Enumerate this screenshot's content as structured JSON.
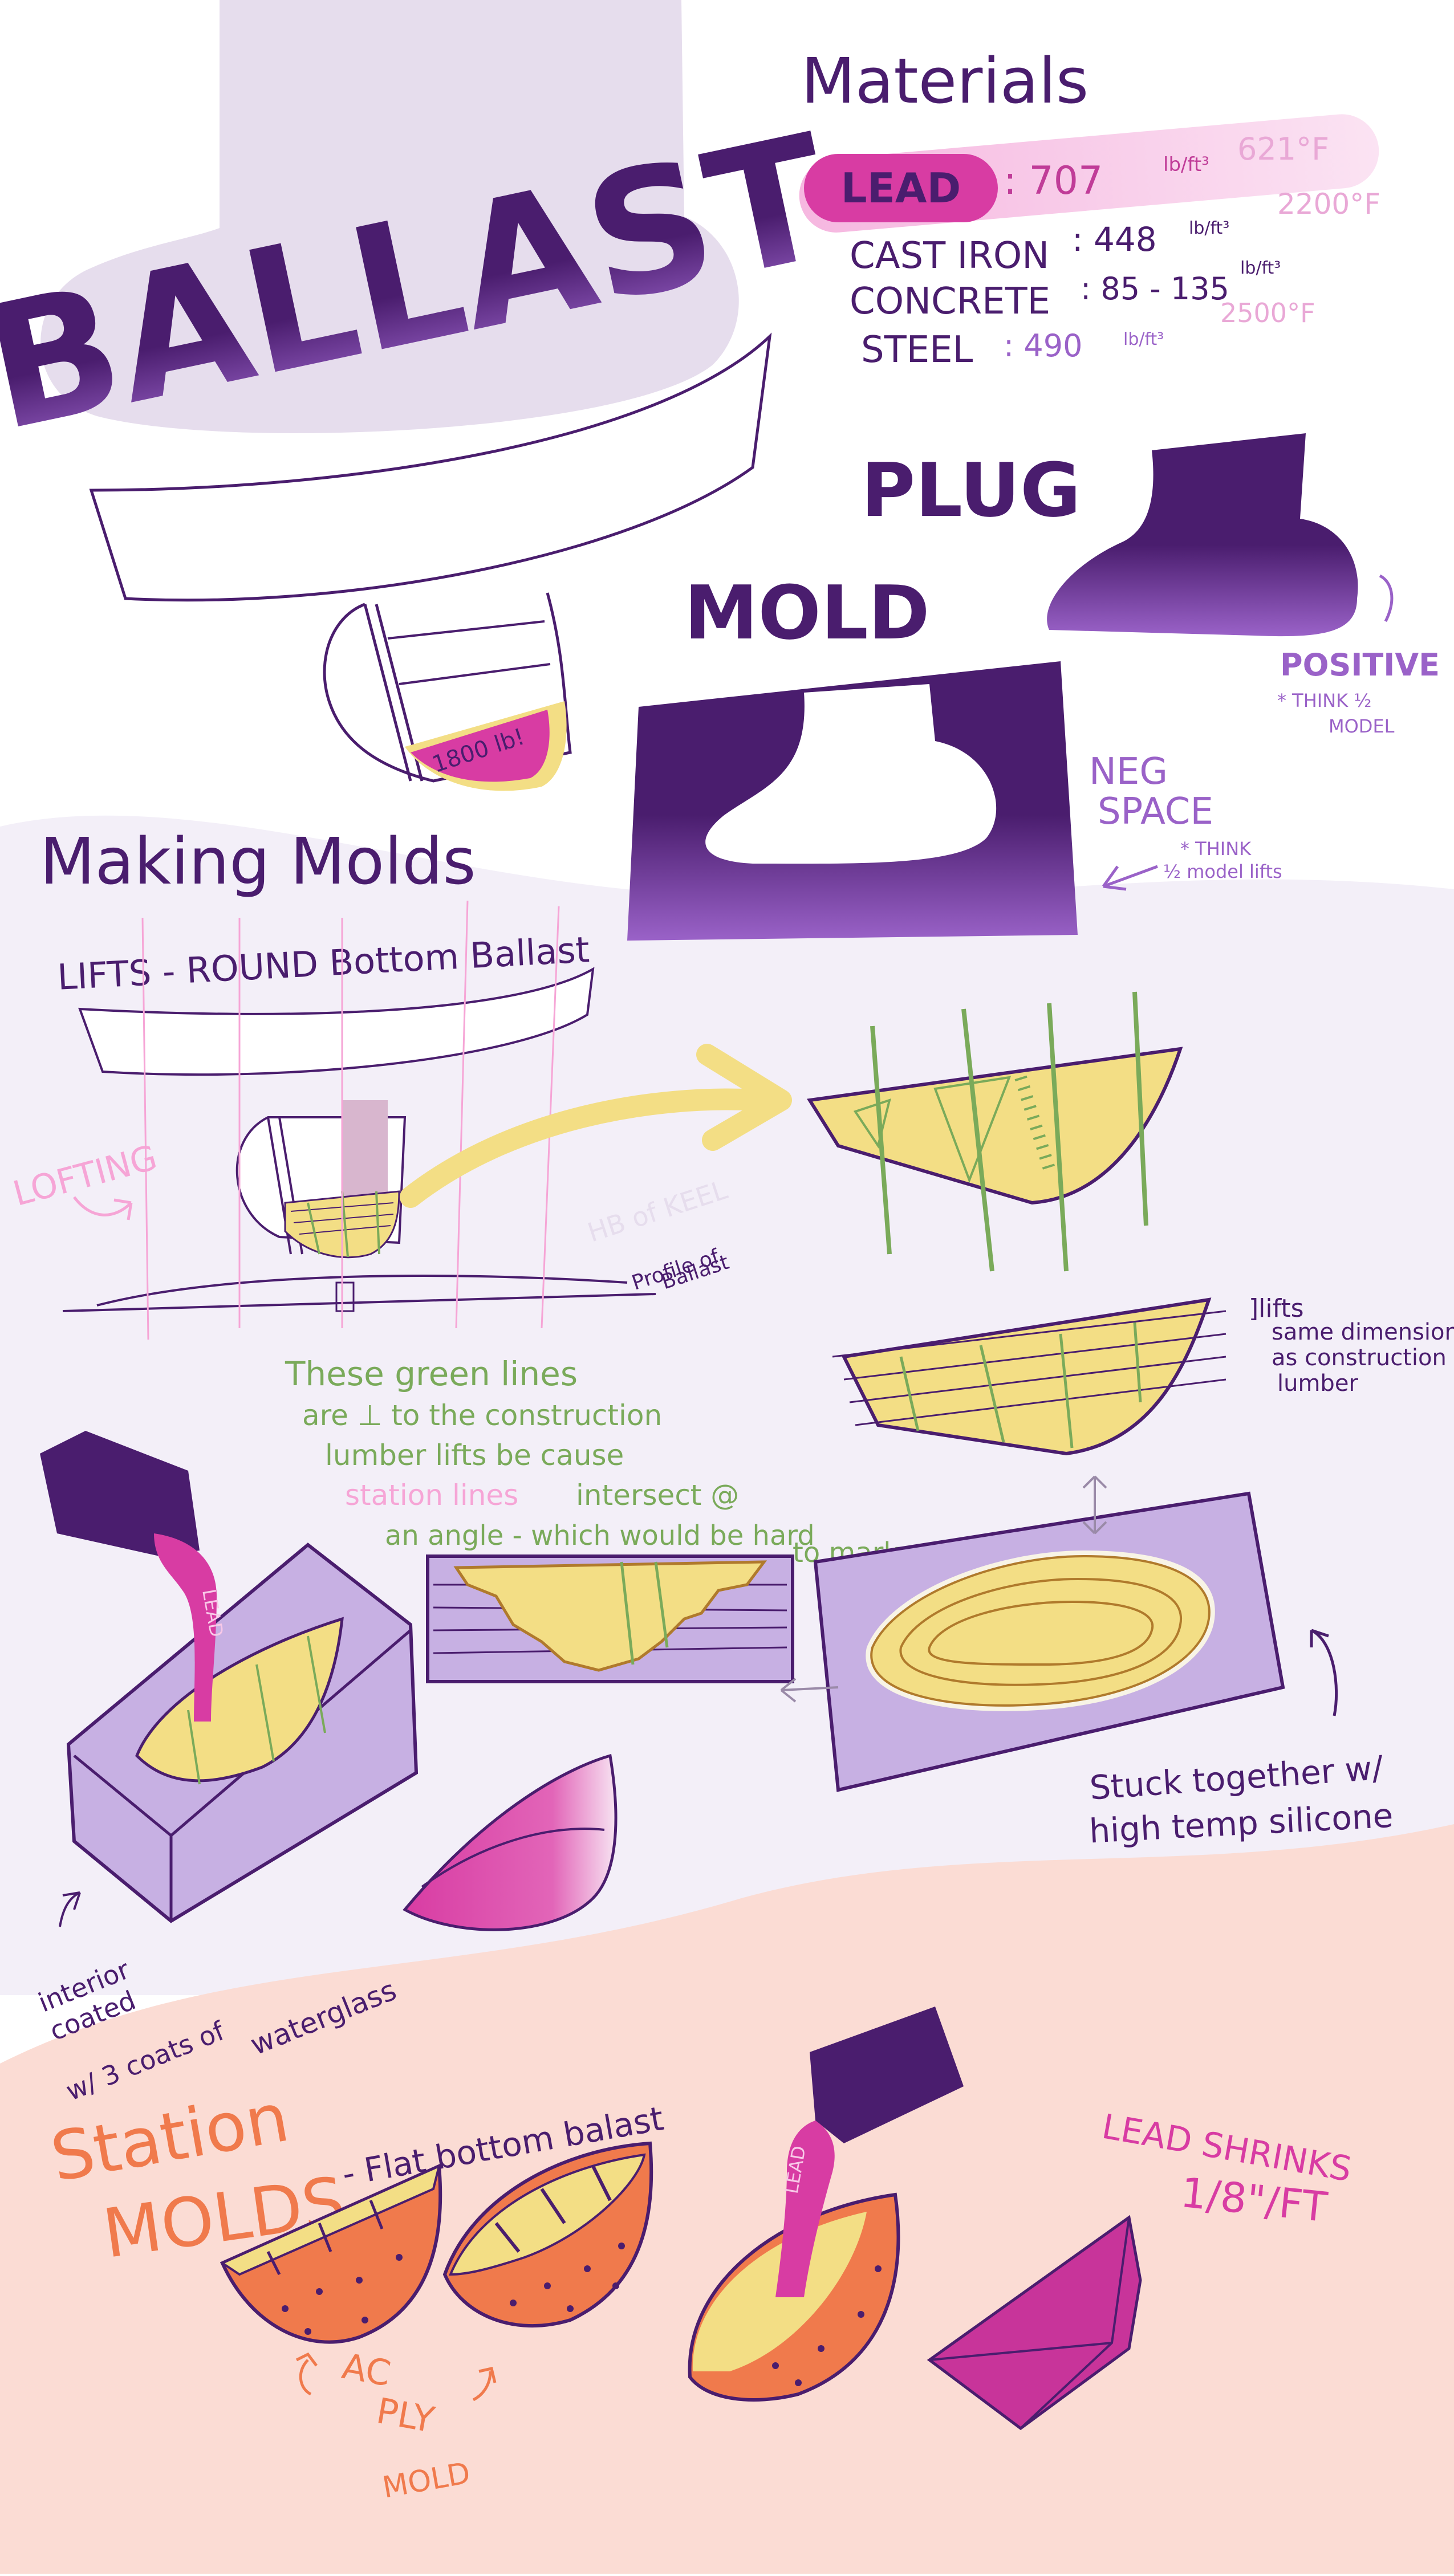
{
  "title": "BALLAST",
  "materials": {
    "heading": "Materials",
    "lead": {
      "name": "LEAD",
      "density": ": 707",
      "unit": "lb/ft³",
      "melt": "621°F"
    },
    "cast_iron": {
      "name": "CAST IRON",
      "density": ": 448",
      "unit": "lb/ft³",
      "melt": "2200°F"
    },
    "concrete": {
      "name": "CONCRETE",
      "density": ": 85 - 135",
      "unit": "lb/ft³"
    },
    "steel": {
      "name": "STEEL",
      "density": ": 490",
      "unit": "lb/ft³",
      "melt": "2500°F"
    }
  },
  "hull_sketch": {
    "ballast_label": "1800 lb!"
  },
  "plug": {
    "label": "PLUG",
    "note_title": "POSITIVE",
    "note_line1": "* THINK ½",
    "note_line2": "MODEL"
  },
  "mold": {
    "label": "MOLD",
    "note_title1": "NEG",
    "note_title2": "SPACE",
    "note_line1": "* THINK",
    "note_line2": "½ model lifts"
  },
  "making_molds": {
    "heading": "Making Molds",
    "lifts_heading": "LIFTS - ROUND Bottom Ballast",
    "lofting": "LOFTING",
    "hb_keel": "HB of KEEL",
    "profile_line1": "Profile of",
    "profile_line2": "Ballast",
    "lifts_note": [
      "]lifts",
      "same dimension",
      "as construction",
      "lumber"
    ],
    "green_note": [
      "These green lines",
      "are ⊥ to the construction",
      "lumber lifts be cause",
      "station lines",
      "intersect @",
      "an angle - which would be hard",
      "to mark"
    ],
    "lead_pour": "LEAD",
    "interior_note": [
      "interior",
      "coated",
      "w/ 3 coats of",
      "waterglass"
    ],
    "silicone_note": [
      "Stuck together w/",
      "high temp silicone"
    ]
  },
  "station_molds": {
    "heading1": "Station",
    "heading2": "MOLDS",
    "subheading": "- Flat bottom balast",
    "ac": "AC",
    "ply": "PLY",
    "mold": "MOLD",
    "lead_pour": "LEAD",
    "shrink_line1": "LEAD SHRINKS",
    "shrink_line2": "1/8\"/FT"
  },
  "colors": {
    "purple_dark": "#4a1d6e",
    "lavender": "#e6dded",
    "lavender_bg": "#f3eff8",
    "peach_bg": "#fbdcd4",
    "magenta": "#d83ca3",
    "pink_light": "#f8c9e8",
    "yellow": "#f3de85",
    "green": "#7aaa5a",
    "orange": "#f07a4c",
    "violet_box": "#c7b0e3"
  }
}
